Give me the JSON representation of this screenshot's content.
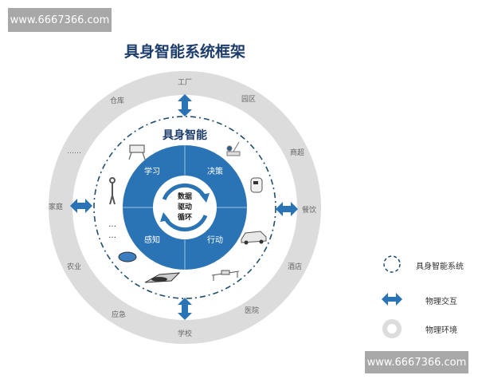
{
  "watermark": "www.6667366.com",
  "title": "具身智能系统框架",
  "inner_title": "具身智能",
  "core": [
    "数据",
    "驱动",
    "循环"
  ],
  "quadrants": [
    "学习",
    "决策",
    "感知",
    "行动"
  ],
  "environments": [
    "工厂",
    "园区",
    "商超",
    "餐饮",
    "酒店",
    "医院",
    "学校",
    "应急",
    "农业",
    "家庭",
    "……",
    "仓库"
  ],
  "ellipsis": "…",
  "legend": [
    {
      "icon": "dashed-circle-icon",
      "label": "具身智能系统"
    },
    {
      "icon": "double-arrow-icon",
      "label": "物理交互"
    },
    {
      "icon": "gray-ring-icon",
      "label": "物理环境"
    }
  ],
  "colors": {
    "blue": "#2a74b5",
    "dark_blue": "#1d3d6b",
    "ring": "#d9d9d9",
    "dash": "#1f4e6e"
  }
}
